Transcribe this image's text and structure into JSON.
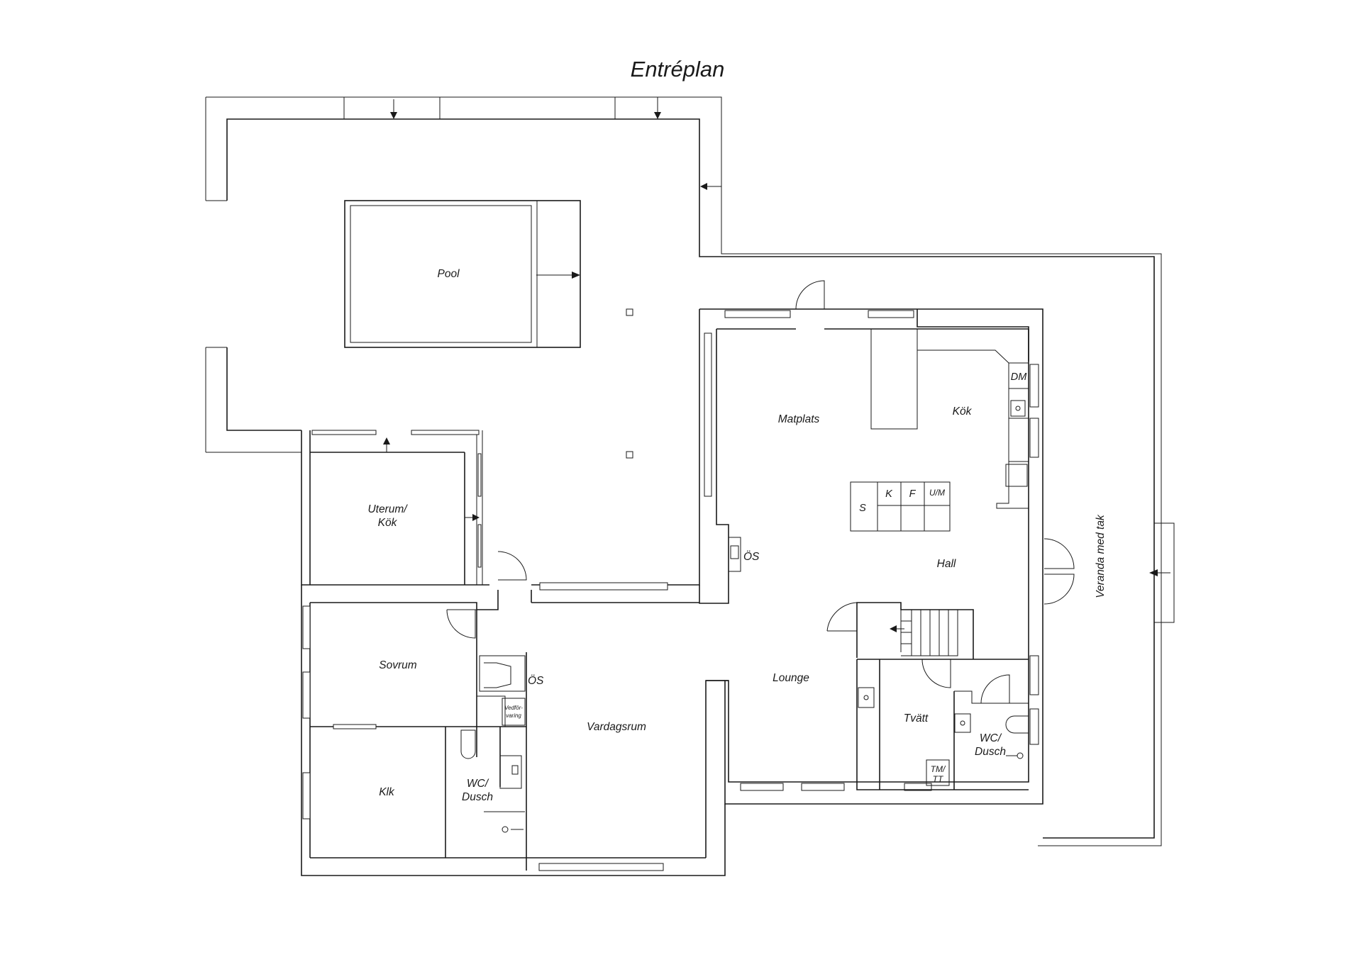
{
  "title": "Entréplan",
  "rooms": {
    "pool": "Pool",
    "uterum_line1": "Uterum/",
    "uterum_line2": "Kök",
    "matplats": "Matplats",
    "kok": "Kök",
    "hall": "Hall",
    "os_hall": "ÖS",
    "lounge": "Lounge",
    "veranda": "Veranda med tak",
    "sovrum": "Sovrum",
    "os_vardag": "ÖS",
    "vedforvaring_line1": "Vedför-",
    "vedforvaring_line2": "varing",
    "vardagsrum": "Vardagsrum",
    "klk": "Klk",
    "wc1_line1": "WC/",
    "wc1_line2": "Dusch",
    "tvatt": "Tvätt",
    "tmtt_line1": "TM/",
    "tmtt_line2": "TT",
    "wc2_line1": "WC/",
    "wc2_line2": "Dusch"
  },
  "kitchen": {
    "dm": "DM",
    "s": "S",
    "k": "K",
    "f": "F",
    "um": "U/M"
  },
  "colors": {
    "line": "#1a1a1a",
    "background": "#ffffff"
  }
}
